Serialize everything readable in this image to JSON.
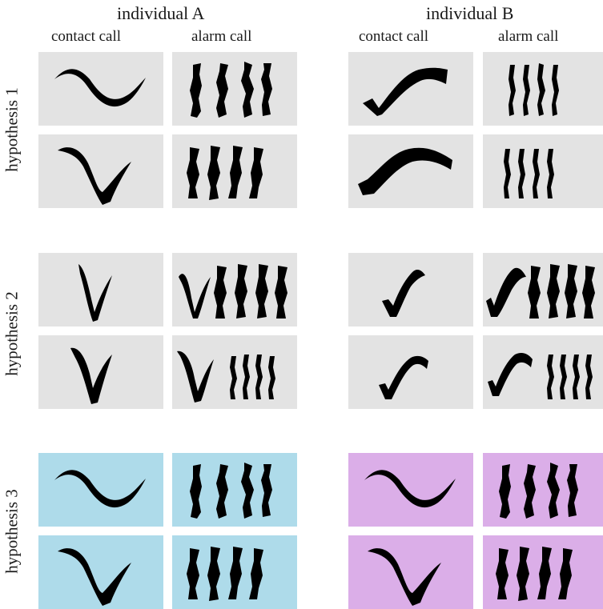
{
  "header": {
    "individual_a": "individual A",
    "individual_b": "individual B"
  },
  "columns": {
    "a_contact": "contact call",
    "a_alarm": "alarm call",
    "b_contact": "contact call",
    "b_alarm": "alarm call"
  },
  "rows": {
    "hypothesis_1": "hypothesis 1",
    "hypothesis_2": "hypothesis 2",
    "hypothesis_3": "hypothesis 3"
  },
  "colors": {
    "neutral_panel": "#e3e3e3",
    "individual_a_panel": "#aedbea",
    "individual_b_panel": "#dbaee8",
    "ink": "#000000"
  }
}
